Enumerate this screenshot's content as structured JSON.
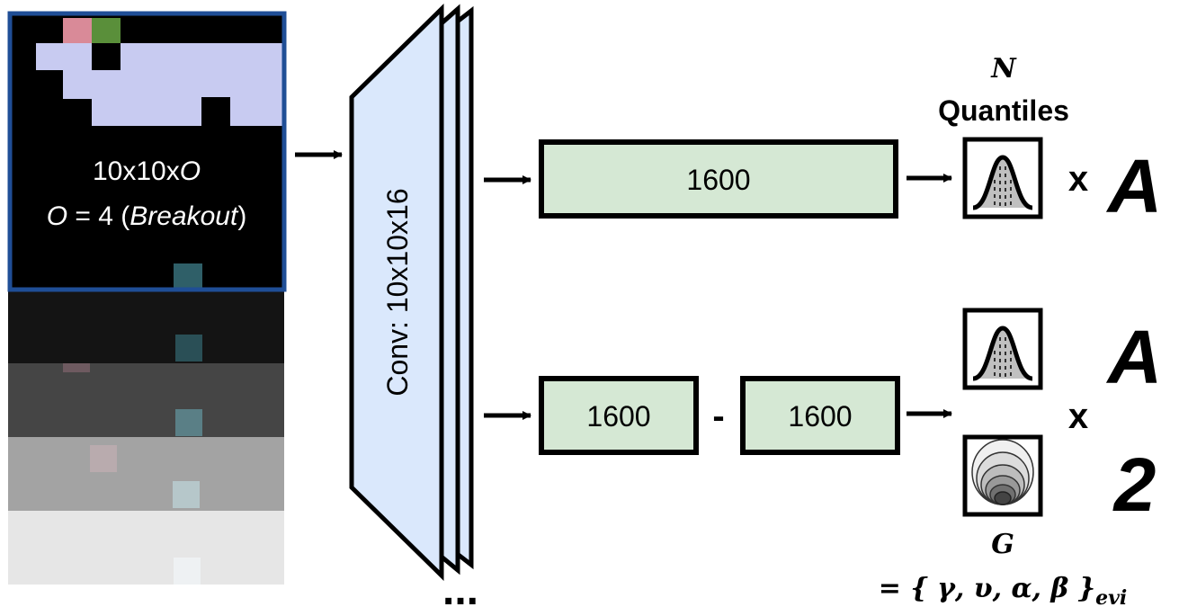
{
  "input": {
    "shape_prefix": "10x10x",
    "shape_var": "O",
    "obs_var": "O",
    "obs_eq": " = 4 (",
    "obs_game": "Breakout",
    "obs_close": ")"
  },
  "conv": {
    "label": "Conv: 10x10x16",
    "more": "..."
  },
  "top_branch": {
    "dense_label": "1600"
  },
  "bottom_branch": {
    "dense1_label": "1600",
    "dense2_label": "1600",
    "separator": "-"
  },
  "outputs": {
    "quantiles_var": "N",
    "quantiles_label": "Quantiles",
    "times": "x",
    "actions_var": "A",
    "actions_var2": "A",
    "two": "2",
    "g_var": "G",
    "g_def_prefix": "= { ",
    "g_params": "γ, υ, α, β",
    "g_def_suffix": " }",
    "g_sub": "evi"
  },
  "colors": {
    "frame_border": "#1f4e96",
    "conv_fill": "#dae8fc",
    "dense_fill": "#d5e8d4",
    "paddle_pink": "#d98a98",
    "paddle_green": "#5a8f3a",
    "bricks": "#c8cbf1",
    "ball": "#2f5f68"
  },
  "icons": [
    "input-frame-stack",
    "conv-layer-stack",
    "quantile-distribution-icon",
    "evidential-gaussian-icon"
  ]
}
